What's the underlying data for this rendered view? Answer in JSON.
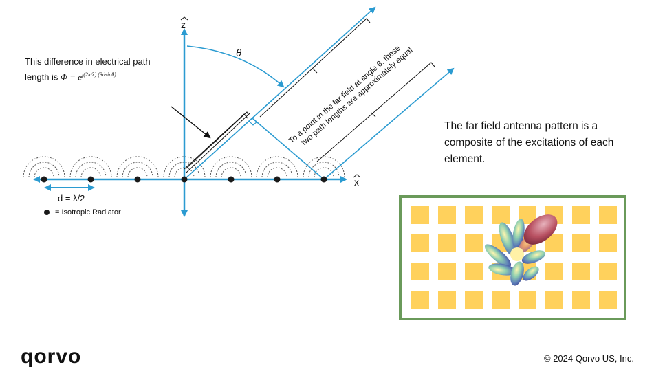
{
  "axes": {
    "z_label": "z",
    "x_label": "x",
    "theta_label": "θ"
  },
  "annotations": {
    "path_difference_line1": "This difference in electrical path",
    "path_difference_prefix": "length is ",
    "path_difference_formula": "Φ = e",
    "path_difference_exponent": "j(2π/λ) (3dsinθ)",
    "far_field_note_line1": "To a point in the far field at angle θ, these",
    "far_field_note_line2": "two path lengths are approximately equal",
    "spacing": "d = λ/2",
    "legend_isotropic": "= Isotropic Radiator",
    "far_field_pattern": "The far field antenna pattern is a composite of the excitations of each element."
  },
  "array_grid": {
    "rows": 4,
    "cols": 8,
    "element_color": "#FFD15C",
    "border_color": "#6A9A5A"
  },
  "colors": {
    "axis_blue": "#2B9BD1",
    "radiator": "#1A1A1A",
    "wave_arc": "#555555"
  },
  "footer": {
    "logo": "qorvo",
    "copyright": "© 2024 Qorvo US, Inc."
  }
}
